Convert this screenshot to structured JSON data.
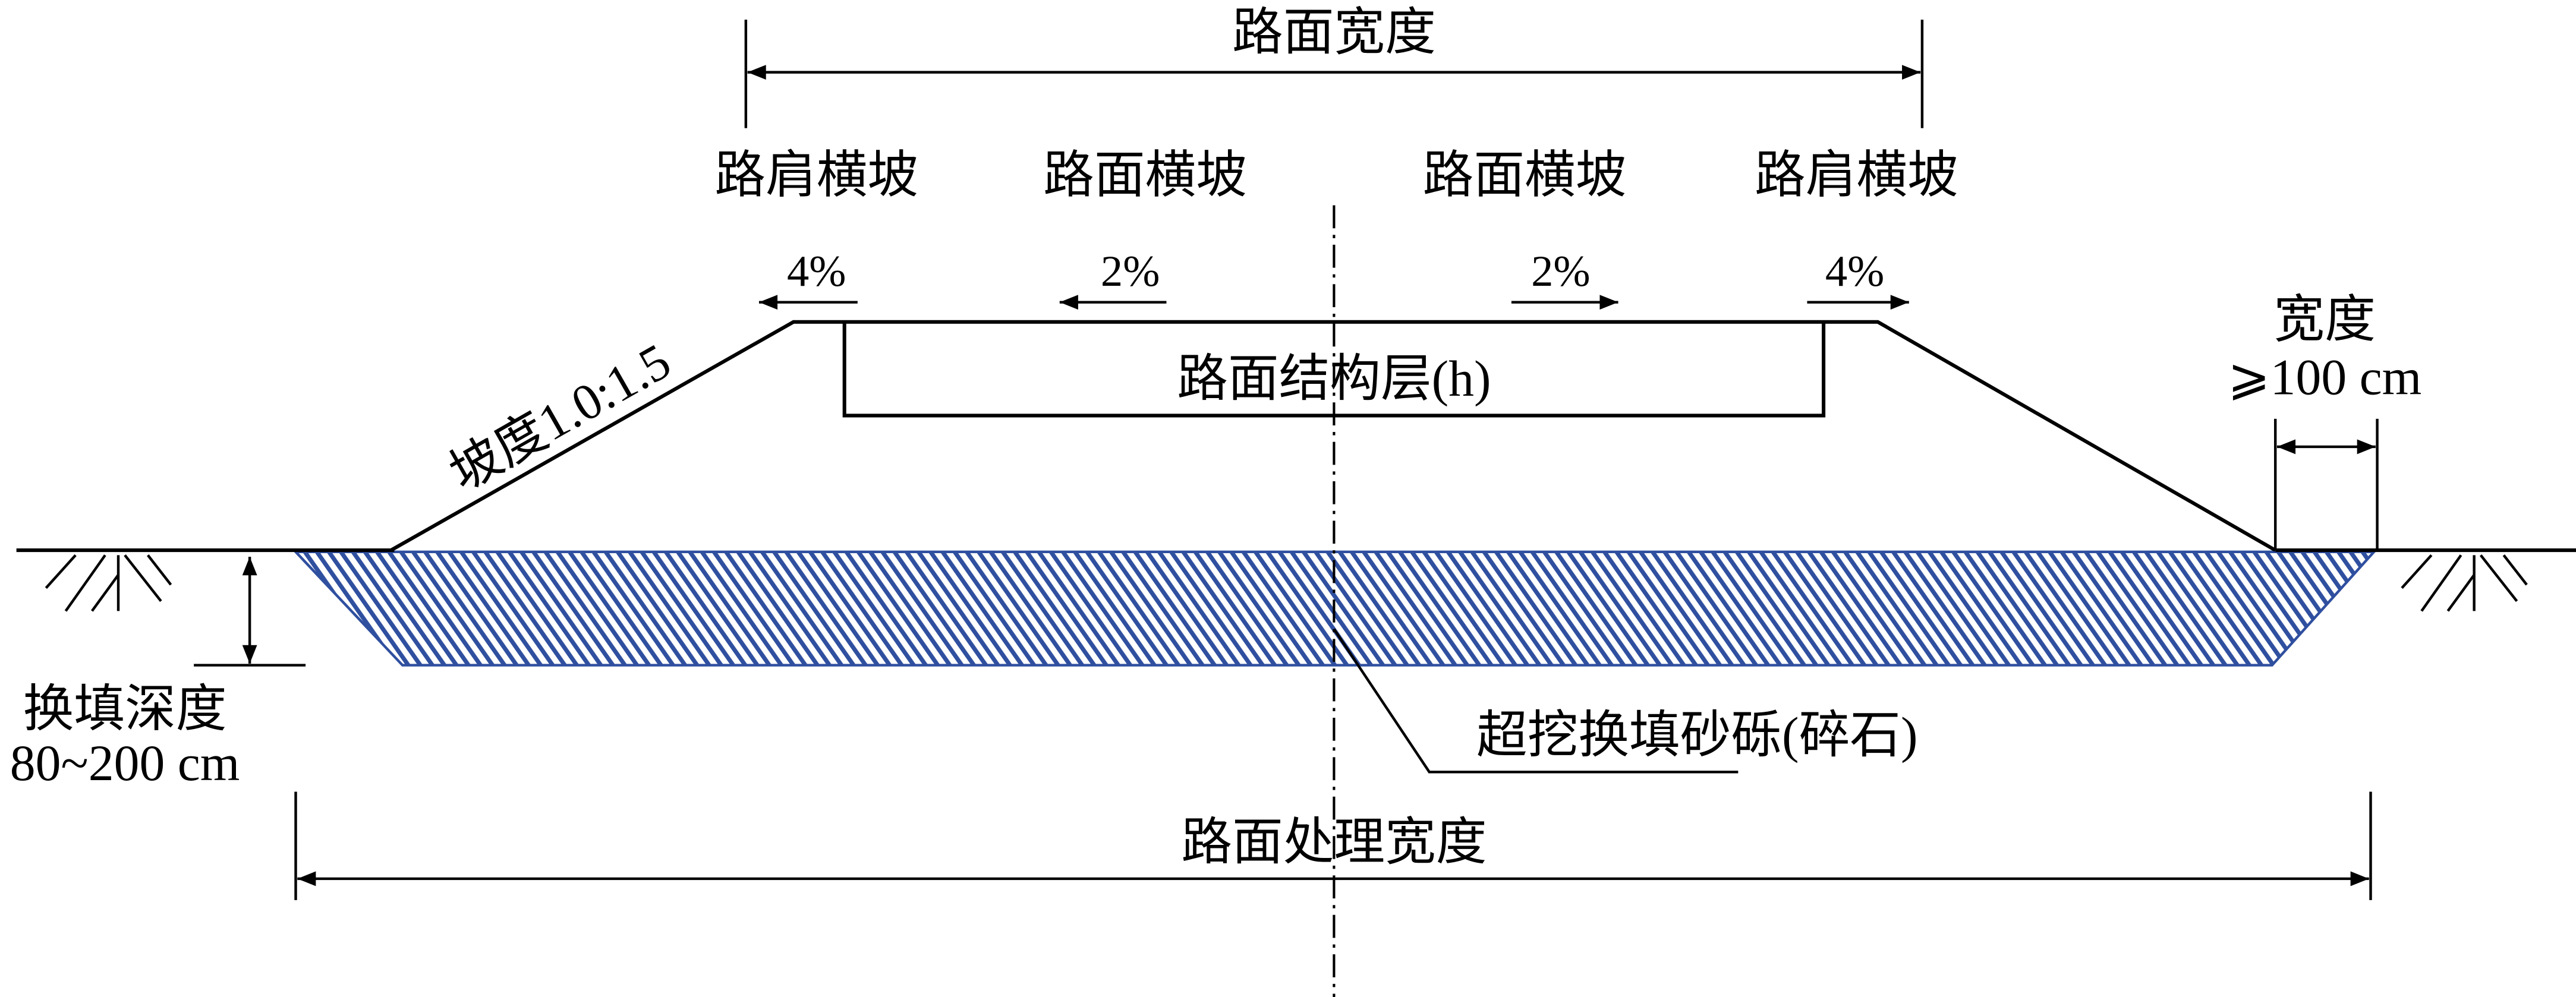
{
  "diagram": {
    "labels": {
      "road_width": "路面宽度",
      "shoulder_slope_left": "路肩横坡",
      "pavement_slope_left": "路面横坡",
      "pavement_slope_right": "路面横坡",
      "shoulder_slope_right": "路肩横坡",
      "shoulder_pct_left": "4%",
      "pavement_pct_left": "2%",
      "pavement_pct_right": "2%",
      "shoulder_pct_right": "4%",
      "side_slope": "坡度1.0:1.5",
      "pavement_layer": "路面结构层(h)",
      "berm_width_label": "宽度",
      "berm_width_value": "⩾100 cm",
      "fill_depth_label": "换填深度",
      "fill_depth_value": "80~200 cm",
      "fill_material": "超挖换填砂砾(碎石)",
      "treatment_width": "路面处理宽度"
    },
    "colors": {
      "line": "#000000",
      "hatch": "#2f4f9f"
    }
  }
}
